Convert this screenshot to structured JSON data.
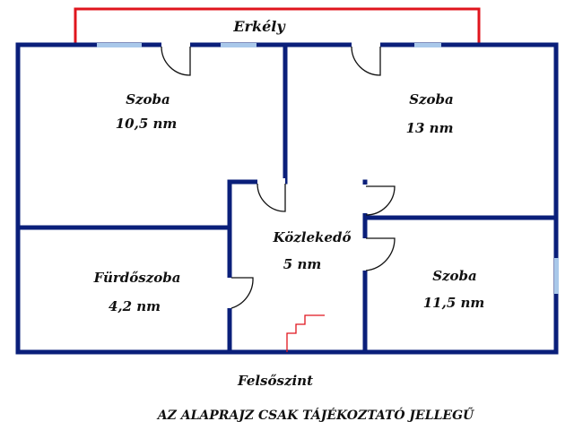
{
  "balcony": {
    "label": "Erkély"
  },
  "rooms": [
    {
      "name": "Szoba",
      "area": "10,5 nm"
    },
    {
      "name": "Szoba",
      "area": "13 nm"
    },
    {
      "name": "Közlekedő",
      "area": "5 nm"
    },
    {
      "name": "Fürdőszoba",
      "area": "4,2 nm"
    },
    {
      "name": "Szoba",
      "area": "11,5 nm"
    }
  ],
  "floor_label": "Felsőszint",
  "disclaimer": "AZ ALAPRAJZ CSAK TÁJÉKOZTATÓ JELLEGŰ",
  "colors": {
    "wall": "#0a1f7a",
    "window": "#a9c8ea",
    "balcony_railing": "#e0151d",
    "stairs": "#e0151d",
    "door": "#111111"
  }
}
